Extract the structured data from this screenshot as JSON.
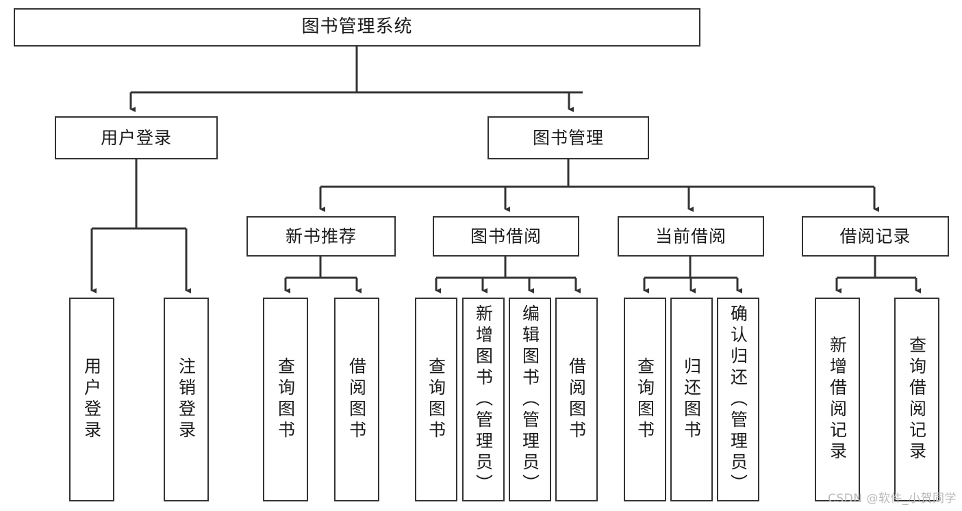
{
  "diagram": {
    "type": "tree",
    "title": "图书管理系统",
    "style": {
      "background": "#ffffff",
      "node_fill": "#ffffff",
      "node_stroke": "#333333",
      "edge_color": "#333333",
      "text_color": "#1a1a1a",
      "watermark_color": "#b9b9b9"
    },
    "nodes": {
      "root": {
        "label": "图书管理系统",
        "orientation": "horizontal"
      },
      "user_login": {
        "label": "用户登录",
        "orientation": "horizontal"
      },
      "book_manage": {
        "label": "图书管理",
        "orientation": "horizontal"
      },
      "new_book_rec": {
        "label": "新书推荐",
        "orientation": "horizontal"
      },
      "book_borrow": {
        "label": "图书借阅",
        "orientation": "horizontal"
      },
      "current_borrow": {
        "label": "当前借阅",
        "orientation": "horizontal"
      },
      "borrow_record": {
        "label": "借阅记录",
        "orientation": "horizontal"
      },
      "leaf_user_login": {
        "label": "用户登录",
        "orientation": "vertical"
      },
      "leaf_logout": {
        "label": "注销登录",
        "orientation": "vertical"
      },
      "leaf_query_book_1": {
        "label": "查询图书",
        "orientation": "vertical"
      },
      "leaf_borrow_book_1": {
        "label": "借阅图书",
        "orientation": "vertical"
      },
      "leaf_query_book_2": {
        "label": "查询图书",
        "orientation": "vertical"
      },
      "leaf_add_book": {
        "label": "新增图书（管理员）",
        "orientation": "vertical"
      },
      "leaf_edit_book": {
        "label": "编辑图书（管理员）",
        "orientation": "vertical"
      },
      "leaf_borrow_book_2": {
        "label": "借阅图书",
        "orientation": "vertical"
      },
      "leaf_query_book_3": {
        "label": "查询图书",
        "orientation": "vertical"
      },
      "leaf_return_book": {
        "label": "归还图书",
        "orientation": "vertical"
      },
      "leaf_confirm_return": {
        "label": "确认归还（管理员）",
        "orientation": "vertical"
      },
      "leaf_add_record": {
        "label": "新增借阅记录",
        "orientation": "vertical"
      },
      "leaf_query_record": {
        "label": "查询借阅记录",
        "orientation": "vertical"
      }
    },
    "edges": [
      {
        "from": "root",
        "to": "user_login"
      },
      {
        "from": "root",
        "to": "book_manage"
      },
      {
        "from": "user_login",
        "to": "leaf_user_login"
      },
      {
        "from": "user_login",
        "to": "leaf_logout"
      },
      {
        "from": "book_manage",
        "to": "new_book_rec"
      },
      {
        "from": "book_manage",
        "to": "book_borrow"
      },
      {
        "from": "book_manage",
        "to": "current_borrow"
      },
      {
        "from": "book_manage",
        "to": "borrow_record"
      },
      {
        "from": "new_book_rec",
        "to": "leaf_query_book_1"
      },
      {
        "from": "new_book_rec",
        "to": "leaf_borrow_book_1"
      },
      {
        "from": "book_borrow",
        "to": "leaf_query_book_2"
      },
      {
        "from": "book_borrow",
        "to": "leaf_add_book"
      },
      {
        "from": "book_borrow",
        "to": "leaf_edit_book"
      },
      {
        "from": "book_borrow",
        "to": "leaf_borrow_book_2"
      },
      {
        "from": "current_borrow",
        "to": "leaf_query_book_3"
      },
      {
        "from": "current_borrow",
        "to": "leaf_return_book"
      },
      {
        "from": "current_borrow",
        "to": "leaf_confirm_return"
      },
      {
        "from": "borrow_record",
        "to": "leaf_add_record"
      },
      {
        "from": "borrow_record",
        "to": "leaf_query_record"
      }
    ]
  },
  "watermark": {
    "text": "CSDN @软件_小贺同学"
  }
}
